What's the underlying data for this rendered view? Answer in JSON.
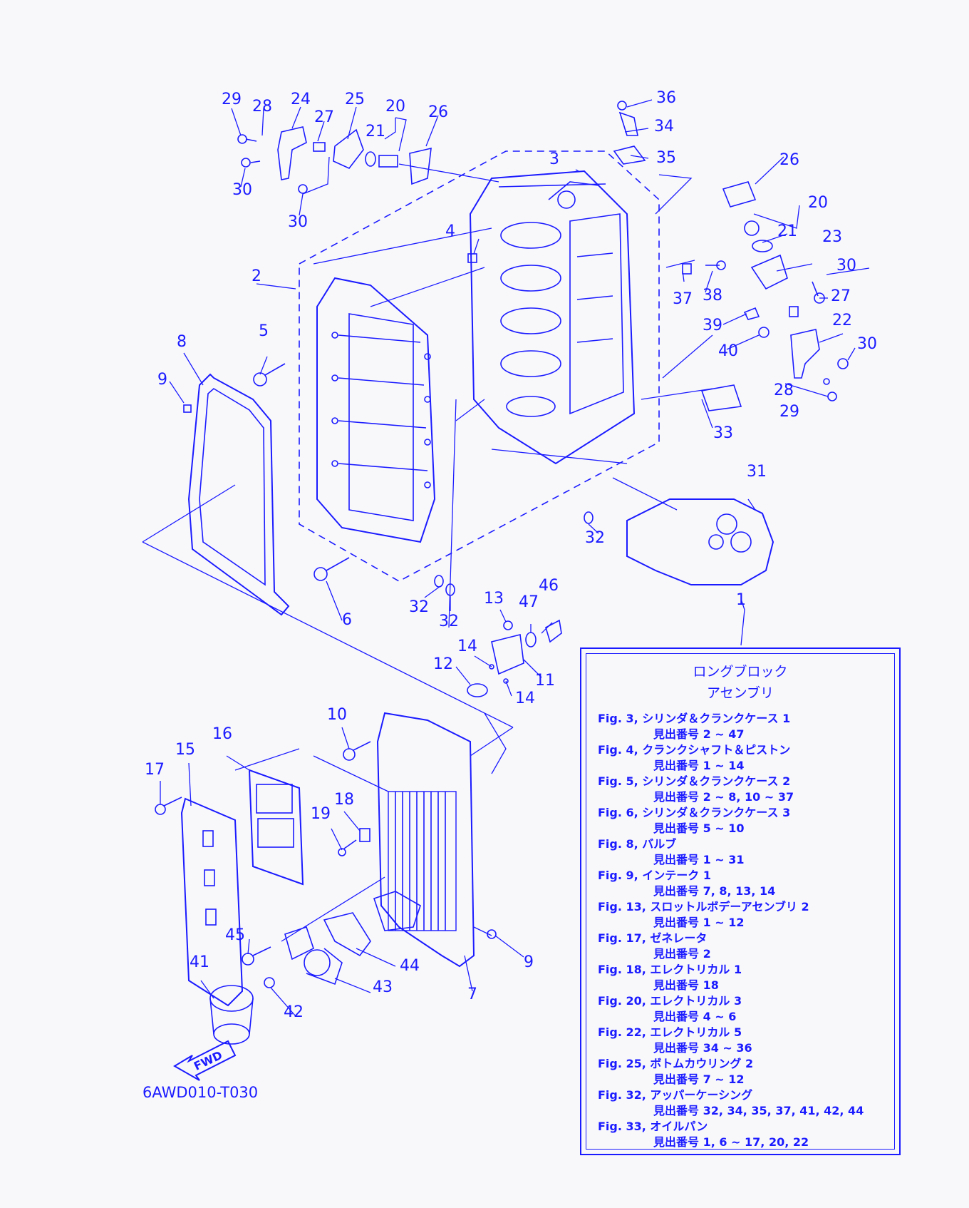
{
  "drawing": {
    "code": "6AWD010-T030",
    "fwd_label": "FWD",
    "ink_color": "#1b1bff",
    "background": "#f8f8fb"
  },
  "callouts": [
    "1",
    "2",
    "3",
    "4",
    "5",
    "6",
    "7",
    "8",
    "9",
    "10",
    "11",
    "12",
    "13",
    "14",
    "15",
    "16",
    "17",
    "18",
    "19",
    "20",
    "21",
    "22",
    "23",
    "24",
    "25",
    "26",
    "27",
    "28",
    "29",
    "30",
    "31",
    "32",
    "33",
    "34",
    "35",
    "36",
    "37",
    "38",
    "39",
    "40",
    "41",
    "42",
    "43",
    "44",
    "45",
    "46",
    "47"
  ],
  "legend": {
    "title_1": "ロングブロック",
    "title_2": "アセンブリ",
    "entries": [
      {
        "fig": "Fig. 3, シリンダ＆クランクケース 1",
        "range": "見出番号 2 ~ 47"
      },
      {
        "fig": "Fig. 4, クランクシャフト＆ピストン",
        "range": "見出番号 1 ~ 14"
      },
      {
        "fig": "Fig. 5, シリンダ＆クランクケース 2",
        "range": "見出番号 2 ~ 8, 10 ~ 37"
      },
      {
        "fig": "Fig. 6, シリンダ＆クランクケース 3",
        "range": "見出番号 5 ~ 10"
      },
      {
        "fig": "Fig. 8, バルブ",
        "range": "見出番号 1 ~ 31"
      },
      {
        "fig": "Fig. 9, インテーク 1",
        "range": "見出番号 7, 8, 13, 14"
      },
      {
        "fig": "Fig. 13, スロットルボデーアセンブリ 2",
        "range": "見出番号 1 ~ 12"
      },
      {
        "fig": "Fig. 17, ゼネレータ",
        "range": "見出番号 2"
      },
      {
        "fig": "Fig. 18, エレクトリカル 1",
        "range": "見出番号 18"
      },
      {
        "fig": "Fig. 20, エレクトリカル 3",
        "range": "見出番号 4 ~ 6"
      },
      {
        "fig": "Fig. 22, エレクトリカル 5",
        "range": "見出番号 34 ~ 36"
      },
      {
        "fig": "Fig. 25, ボトムカウリング 2",
        "range": "見出番号 7 ~ 12"
      },
      {
        "fig": "Fig. 32, アッパーケーシング",
        "range": "見出番号 32, 34, 35, 37, 41, 42, 44"
      },
      {
        "fig": "Fig. 33, オイルパン",
        "range": "見出番号 1, 6 ~ 17, 20, 22"
      }
    ]
  }
}
